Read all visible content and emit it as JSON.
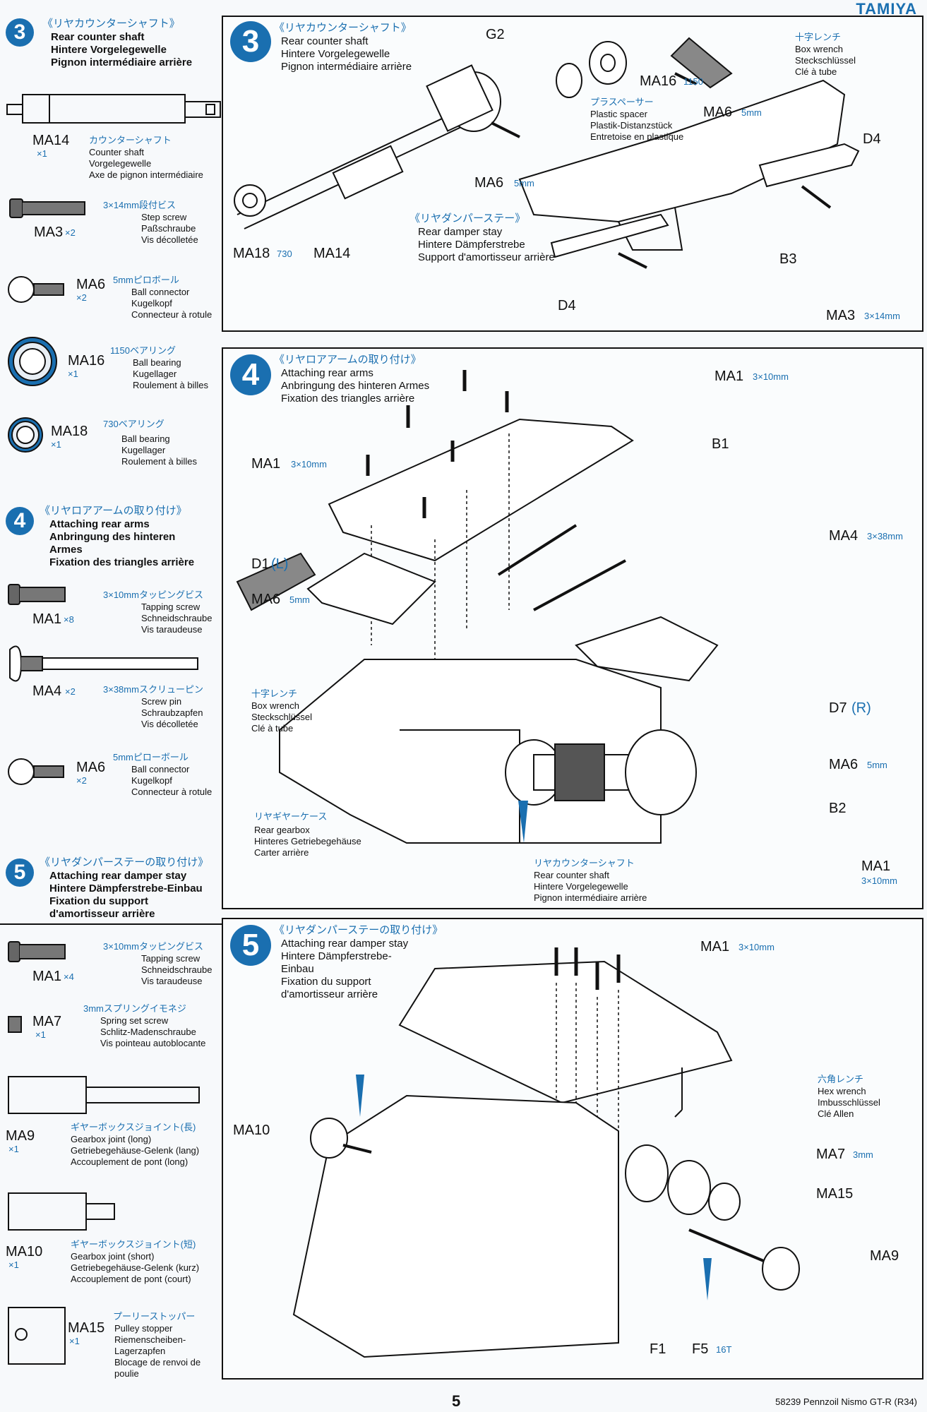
{
  "brand": "TAMIYA",
  "sidebar": {
    "step3": {
      "num": "3",
      "jp": "《リヤカウンターシャフト》",
      "en1": "Rear counter shaft",
      "en2": "Hintere Vorgelegewelle",
      "en3": "Pignon intermédiaire arrière",
      "parts": [
        {
          "code": "MA14",
          "qty": "×1",
          "jp": "カウンターシャフト",
          "l1": "Counter shaft",
          "l2": "Vorgelegewelle",
          "l3": "Axe de pignon intermédiaire"
        },
        {
          "code": "MA3",
          "qty": "×2",
          "jp": "3×14mm段付ビス",
          "l1": "Step screw",
          "l2": "Paßschraube",
          "l3": "Vis décolletée"
        },
        {
          "code": "MA6",
          "qty": "×2",
          "jp": "5mmピロボール",
          "l1": "Ball connector",
          "l2": "Kugelkopf",
          "l3": "Connecteur à rotule"
        },
        {
          "code": "MA16",
          "qty": "×1",
          "jp": "1150ベアリング",
          "l1": "Ball bearing",
          "l2": "Kugellager",
          "l3": "Roulement à billes"
        },
        {
          "code": "MA18",
          "qty": "×1",
          "jp": "730ベアリング",
          "l1": "Ball bearing",
          "l2": "Kugellager",
          "l3": "Roulement à billes"
        }
      ]
    },
    "step4": {
      "num": "4",
      "jp": "《リヤロアアームの取り付け》",
      "en1": "Attaching rear arms",
      "en2": "Anbringung des hinteren",
      "en3": "Armes",
      "en4": "Fixation des triangles arrière",
      "parts": [
        {
          "code": "MA1",
          "qty": "×8",
          "jp": "3×10mmタッピングビス",
          "l1": "Tapping screw",
          "l2": "Schneidschraube",
          "l3": "Vis taraudeuse"
        },
        {
          "code": "MA4",
          "qty": "×2",
          "jp": "3×38mmスクリューピン",
          "l1": "Screw pin",
          "l2": "Schraubzapfen",
          "l3": "Vis décolletée"
        },
        {
          "code": "MA6",
          "qty": "×2",
          "jp": "5mmピローボール",
          "l1": "Ball connector",
          "l2": "Kugelkopf",
          "l3": "Connecteur à rotule"
        }
      ]
    },
    "step5": {
      "num": "5",
      "jp": "《リヤダンパーステーの取り付け》",
      "en1": "Attaching rear damper stay",
      "en2": "Hintere Dämpferstrebe-Einbau",
      "en3": "Fixation du support",
      "en4": "d'amortisseur arrière",
      "parts": [
        {
          "code": "MA1",
          "qty": "×4",
          "jp": "3×10mmタッピングビス",
          "l1": "Tapping screw",
          "l2": "Schneidschraube",
          "l3": "Vis taraudeuse"
        },
        {
          "code": "MA7",
          "qty": "×1",
          "jp": "3mmスプリングイモネジ",
          "l1": "Spring set screw",
          "l2": "Schlitz-Madenschraube",
          "l3": "Vis pointeau autoblocante"
        },
        {
          "code": "MA9",
          "qty": "×1",
          "jp": "ギヤーボックスジョイント(長)",
          "l1": "Gearbox joint (long)",
          "l2": "Getriebegehäuse-Gelenk (lang)",
          "l3": "Accouplement de pont (long)"
        },
        {
          "code": "MA10",
          "qty": "×1",
          "jp": "ギヤーボックスジョイント(短)",
          "l1": "Gearbox joint (short)",
          "l2": "Getriebegehäuse-Gelenk (kurz)",
          "l3": "Accouplement de pont (court)"
        },
        {
          "code": "MA15",
          "qty": "×1",
          "jp": "プーリーストッパー",
          "l1": "Pulley stopper",
          "l2": "Riemenscheiben-",
          "l3": "Lagerzapfen",
          "l4": "Blocage de renvoi de",
          "l5": "poulie"
        }
      ]
    }
  },
  "panel3": {
    "num": "3",
    "jp": "《リヤカウンターシャフト》",
    "en1": "Rear counter shaft",
    "en2": "Hintere Vorgelegewelle",
    "en3": "Pignon intermédiaire arrière",
    "labels": {
      "g2": "G2",
      "ma16": "MA16",
      "ma16n": "1150",
      "spacer_jp": "プラスペーサー",
      "spacer1": "Plastic spacer",
      "spacer2": "Plastik-Distanzstück",
      "spacer3": "Entretoise en plastique",
      "wrench_jp": "十字レンチ",
      "wrench1": "Box wrench",
      "wrench2": "Steckschlüssel",
      "wrench3": "Clé à tube",
      "ma6a": "MA6",
      "ma6a_n": "5mm",
      "d4a": "D4",
      "ma6b": "MA6",
      "ma6b_n": "5mm",
      "stay_jp": "《リヤダンパーステー》",
      "stay1": "Rear damper stay",
      "stay2": "Hintere Dämpferstrebe",
      "stay3": "Support d'amortisseur arrière",
      "b3": "B3",
      "d4b": "D4",
      "ma3": "MA3",
      "ma3n": "3×14mm",
      "ma18": "MA18",
      "ma18n": "730",
      "ma14": "MA14"
    }
  },
  "panel4": {
    "num": "4",
    "jp": "《リヤロアアームの取り付け》",
    "en1": "Attaching rear arms",
    "en2": "Anbringung des hinteren Armes",
    "en3": "Fixation des triangles arrière",
    "labels": {
      "ma1a": "MA1",
      "ma1a_n": "3×10mm",
      "ma1b": "MA1",
      "ma1b_n": "3×10mm",
      "b1": "B1",
      "ma4": "MA4",
      "ma4n": "3×38mm",
      "d1": "D1",
      "d1side": "(L)",
      "ma6a": "MA6",
      "ma6a_n": "5mm",
      "wrench_jp": "十字レンチ",
      "wrench1": "Box wrench",
      "wrench2": "Steckschlüssel",
      "wrench3": "Clé à tube",
      "d7": "D7",
      "d7side": "(R)",
      "ma6b": "MA6",
      "ma6b_n": "5mm",
      "b2": "B2",
      "case_jp": "リヤギヤーケース",
      "case1": "Rear gearbox",
      "case2": "Hinteres Getriebegehäuse",
      "case3": "Carter arrière",
      "shaft_jp": "リヤカウンターシャフト",
      "shaft1": "Rear counter shaft",
      "shaft2": "Hintere Vorgelegewelle",
      "shaft3": "Pignon intermédiaire arrière",
      "ma1c": "MA1",
      "ma1c_n": "3×10mm"
    }
  },
  "panel5": {
    "num": "5",
    "jp": "《リヤダンパーステーの取り付け》",
    "en1": "Attaching rear damper stay",
    "en2": "Hintere Dämpferstrebe-",
    "en3": "Einbau",
    "en4": "Fixation du support",
    "en5": "d'amortisseur arrière",
    "labels": {
      "ma1": "MA1",
      "ma1n": "3×10mm",
      "hex_jp": "六角レンチ",
      "hex1": "Hex wrench",
      "hex2": "Imbusschlüssel",
      "hex3": "Clé Allen",
      "ma10": "MA10",
      "ma7": "MA7",
      "ma7n": "3mm",
      "ma15": "MA15",
      "ma9": "MA9",
      "f1": "F1",
      "f5": "F5",
      "f5n": "16T"
    }
  },
  "footer": {
    "page": "5",
    "model": "58239 Pennzoil Nismo GT-R (R34)"
  }
}
